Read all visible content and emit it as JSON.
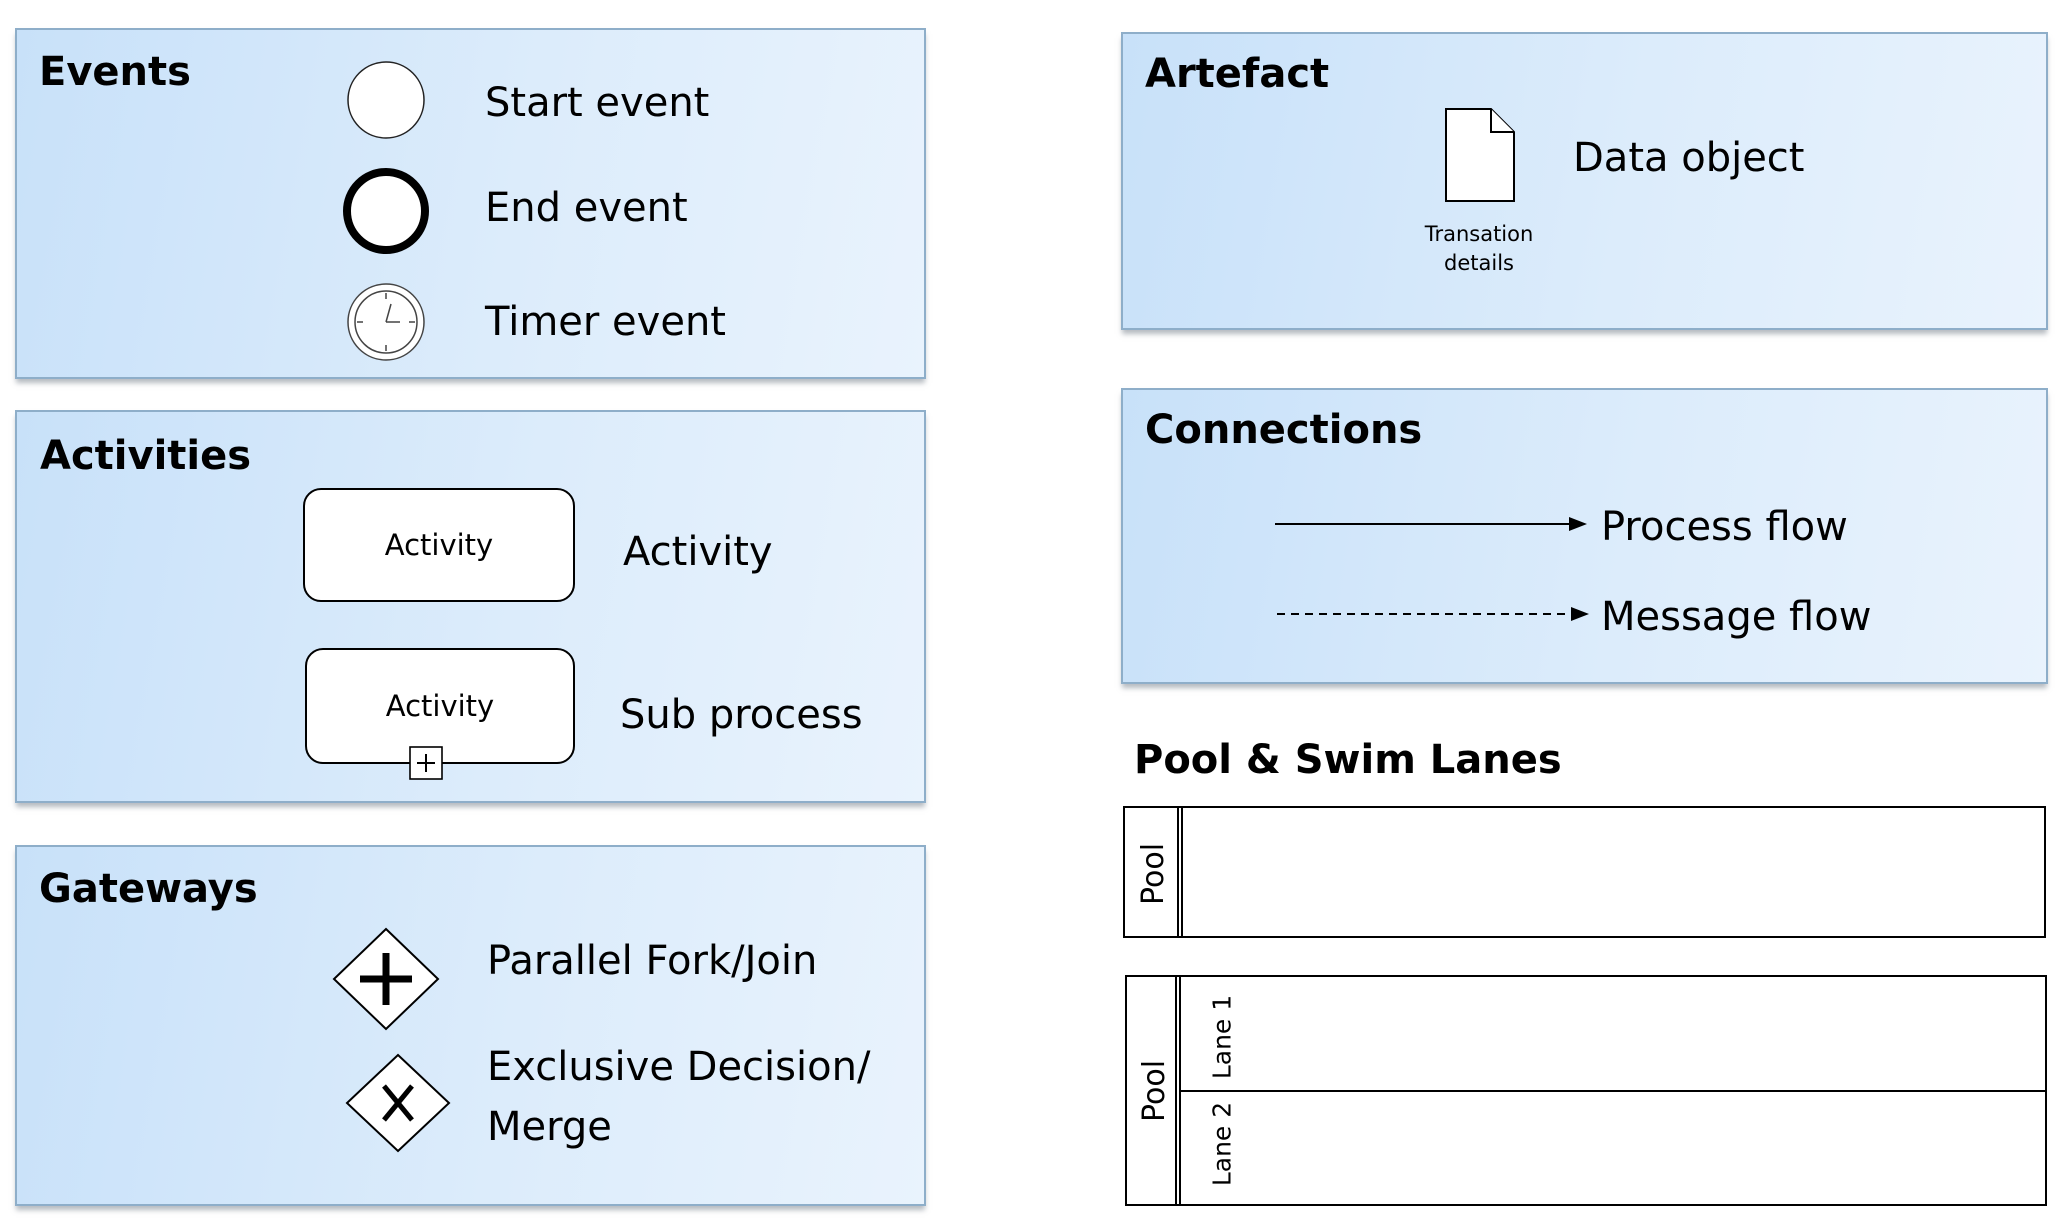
{
  "events": {
    "title": "Events",
    "items": [
      {
        "label": "Start event",
        "icon": "start-event-circle-icon"
      },
      {
        "label": "End event",
        "icon": "end-event-thick-circle-icon"
      },
      {
        "label": "Timer event",
        "icon": "timer-event-clock-icon"
      }
    ]
  },
  "activities": {
    "title": "Activities",
    "items": [
      {
        "shape_text": "Activity",
        "label": "Activity"
      },
      {
        "shape_text": "Activity",
        "label": "Sub process"
      }
    ]
  },
  "gateways": {
    "title": "Gateways",
    "items": [
      {
        "label": "Parallel Fork/Join",
        "icon": "parallel-gateway-icon"
      },
      {
        "label_line1": "Exclusive Decision/",
        "label_line2": "Merge",
        "icon": "exclusive-gateway-icon"
      }
    ]
  },
  "artefact": {
    "title": "Artefact",
    "caption_line1": "Transation",
    "caption_line2": "details",
    "label": "Data object"
  },
  "connections": {
    "title": "Connections",
    "process_flow": "Process flow",
    "message_flow": "Message flow"
  },
  "pools": {
    "title": "Pool & Swim Lanes",
    "pool1_label": "Pool",
    "pool2_label": "Pool",
    "lane1_label": "Lane 1",
    "lane2_label": "Lane 2"
  },
  "colors": {
    "panel_gradient_start": "#c8e1f9",
    "panel_gradient_end": "#e9f3fd",
    "panel_border": "#8eaec9"
  }
}
